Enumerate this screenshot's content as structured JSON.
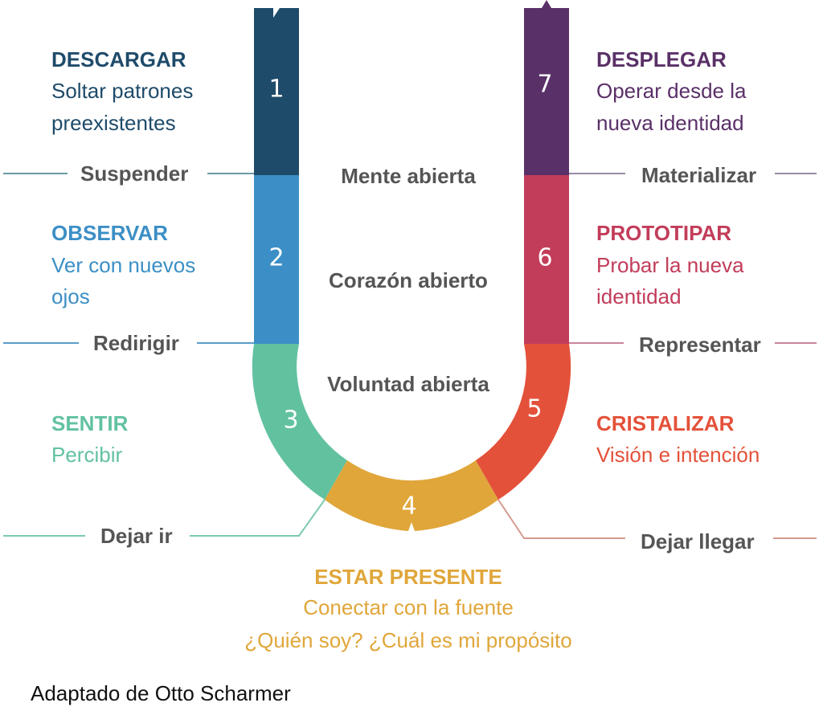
{
  "colors": {
    "descargar": "#1f4b6a",
    "observar": "#3c8fc6",
    "sentir": "#62c2a0",
    "presente": "#e0a63a",
    "cristalizar": "#e4513a",
    "prototipar": "#c23d5a",
    "desplegar": "#5a3068",
    "action_text": "#555555"
  },
  "stages": [
    {
      "number": "1",
      "title": "DESCARGAR",
      "desc": [
        "Soltar patrones",
        "preexistentes"
      ]
    },
    {
      "number": "2",
      "title": "OBSERVAR",
      "desc": [
        "Ver con nuevos",
        "ojos"
      ]
    },
    {
      "number": "3",
      "title": "SENTIR",
      "desc": [
        "Percibir"
      ]
    },
    {
      "number": "4",
      "title": "ESTAR PRESENTE",
      "desc": [
        "Conectar con la fuente",
        "¿Quién soy? ¿Cuál es mi propósito"
      ]
    },
    {
      "number": "5",
      "title": "CRISTALIZAR",
      "desc": [
        "Visión e intención"
      ]
    },
    {
      "number": "6",
      "title": "PROTOTIPAR",
      "desc": [
        "Probar la nueva",
        "identidad"
      ]
    },
    {
      "number": "7",
      "title": "DESPLEGAR",
      "desc": [
        "Operar desde la",
        "nueva identidad"
      ]
    }
  ],
  "actions": {
    "suspender": "Suspender",
    "redirigir": "Redirigir",
    "dejar_ir": "Dejar ir",
    "materializar": "Materializar",
    "representar": "Representar",
    "dejar_llegar": "Dejar llegar"
  },
  "center": {
    "mente": "Mente abierta",
    "corazon": "Corazón abierto",
    "voluntad": "Voluntad abierta"
  },
  "credit": "Adaptado de Otto Scharmer"
}
